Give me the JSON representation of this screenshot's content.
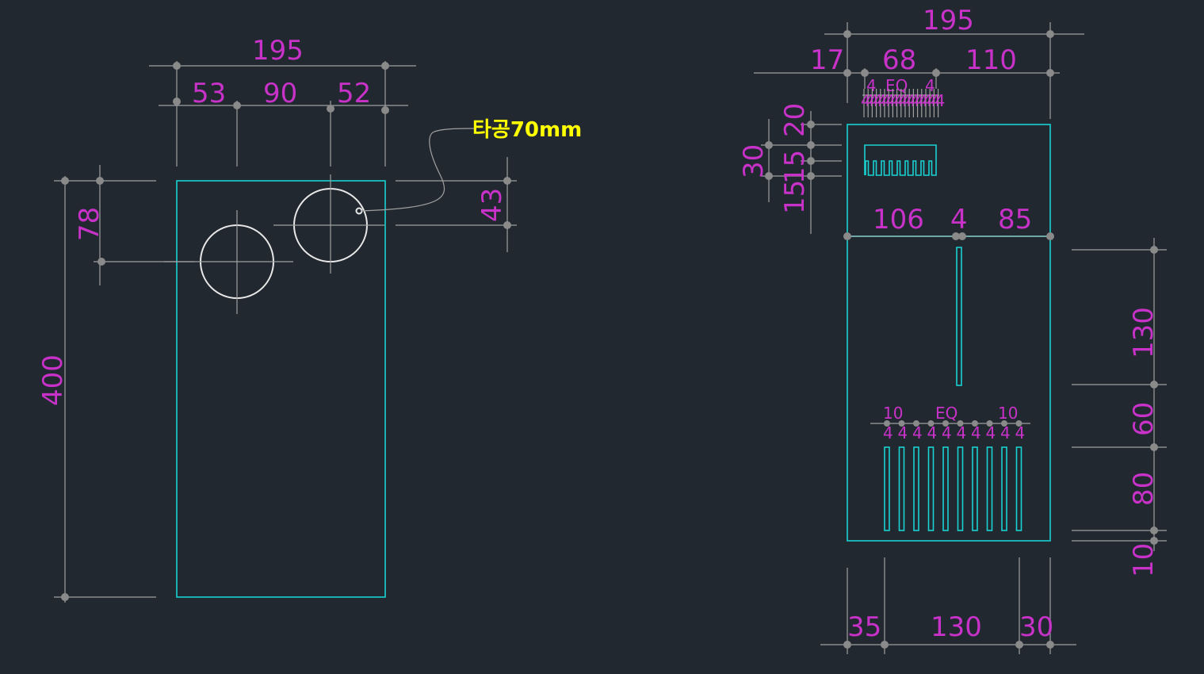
{
  "colors": {
    "background": "#212830",
    "dimension_text": "#c832c8",
    "outline": "#19d2d2",
    "hole": "#e8e8e8",
    "note": "#ffff00",
    "dimension_line": "#a0a0a0"
  },
  "left_view": {
    "width_total": "195",
    "width_parts": [
      "53",
      "90",
      "52"
    ],
    "height_total": "400",
    "hole_offset_left": "78",
    "hole_offset_right": "43",
    "note": "타공70mm"
  },
  "right_view": {
    "width_total": "195",
    "top_parts": [
      "17",
      "68",
      "110"
    ],
    "slot_spacing_top": [
      "4",
      "EQ",
      "4"
    ],
    "left_stack_big": "30",
    "left_stack": [
      "20",
      "15",
      "15"
    ],
    "mid_parts": [
      "106",
      "4",
      "85"
    ],
    "slot_spacing_bottom": [
      "10",
      "EQ",
      "10"
    ],
    "slot_pitch_labels": [
      "4",
      "4",
      "4",
      "4",
      "4",
      "4",
      "4",
      "4",
      "4",
      "4"
    ],
    "right_stack": [
      "130",
      "60",
      "80",
      "10"
    ],
    "bottom_parts": [
      "35",
      "130",
      "30"
    ]
  }
}
